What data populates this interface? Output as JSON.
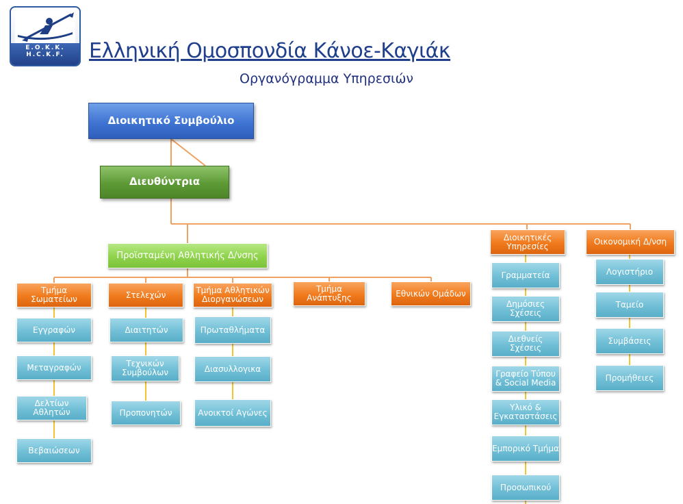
{
  "header": {
    "logo_text_line1": "Ε.Ο.Κ.Κ.",
    "logo_text_line2": "H.C.K.F.",
    "title": "Ελληνική Ομοσπονδία Κάνοε-Καγιάκ",
    "subtitle": "Οργανόγραμμα Υπηρεσιών"
  },
  "colors": {
    "board": "#3f74d2",
    "director": "#5d9a35",
    "athletic_head": "#8fd34c",
    "department": "#f07a1c",
    "unit": "#70bfd6",
    "connector_orange": "#f0a060",
    "connector_yellow": "#f2c230"
  },
  "org": {
    "board": "Διοικητικό Συμβούλιο",
    "director": "Διευθύντρια",
    "athletic_head": "Προϊσταμένη Αθλητικής Δ/νσης",
    "departments": {
      "clubs": {
        "label": "Τμήμα Σωματείων",
        "units": [
          "Εγγραφών",
          "Μεταγραφών",
          "Δελτίων Αθλητών",
          "Βεβαιώσεων"
        ]
      },
      "staff": {
        "label": "Στελεχών",
        "units": [
          "Διαιτητών",
          "Τεχνικών Συμβούλων",
          "Προπονητών"
        ]
      },
      "events": {
        "label": "Τμήμα Αθλητικών Διοργανώσεων",
        "units": [
          "Πρωταθλήματα",
          "Διασυλλογικα",
          "Ανοικτοί Αγώνες"
        ]
      },
      "development": {
        "label": "Τμήμα Ανάπτυξης"
      },
      "national": {
        "label": "Εθνικών Ομάδων"
      },
      "admin": {
        "label": "Διοικητικές Υπηρεσίες",
        "units": [
          "Γραμματεία",
          "Δημόσιες Σχέσεις",
          "Διεθνείς Σχέσεις",
          "Γραφείο Τύπου & Social Media",
          "Υλικό & Εγκαταστάσεις",
          "Εμπορικό Τμήμα",
          "Προσωπικού"
        ]
      },
      "finance": {
        "label": "Οικονομική Δ/νση",
        "units": [
          "Λογιστήριο",
          "Ταμείο",
          "Συμβάσεις",
          "Προμήθειες"
        ]
      }
    }
  }
}
